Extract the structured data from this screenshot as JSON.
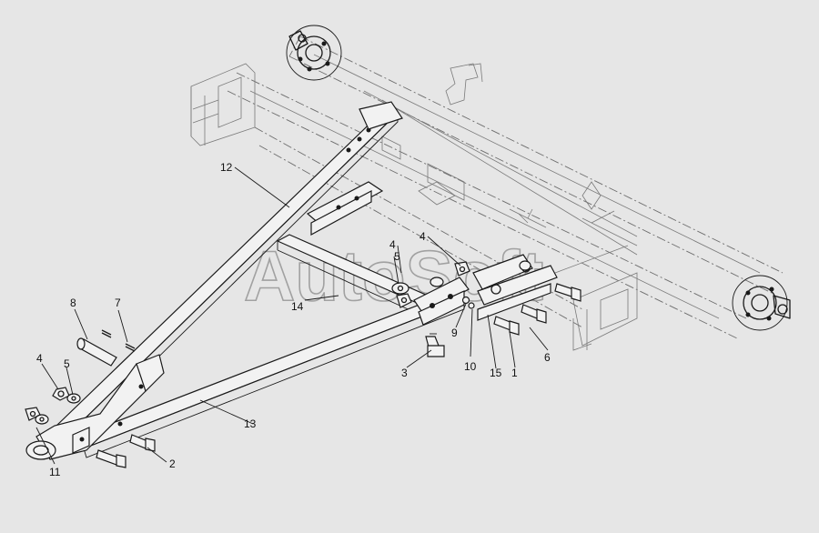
{
  "watermark": "AutoSoft",
  "colors": {
    "background": "#e6e6e6",
    "line": "#1a1a1a",
    "ghost": "#6d6d6d"
  },
  "callouts": [
    {
      "id": "c12",
      "text": "12"
    },
    {
      "id": "c8",
      "text": "8"
    },
    {
      "id": "c7",
      "text": "7"
    },
    {
      "id": "c4a",
      "text": "4"
    },
    {
      "id": "c5a",
      "text": "5"
    },
    {
      "id": "c11",
      "text": "11"
    },
    {
      "id": "c13",
      "text": "13"
    },
    {
      "id": "c2",
      "text": "2"
    },
    {
      "id": "c14",
      "text": "14"
    },
    {
      "id": "c3",
      "text": "3"
    },
    {
      "id": "c4b",
      "text": "4"
    },
    {
      "id": "c5b",
      "text": "5"
    },
    {
      "id": "c4c",
      "text": "4"
    },
    {
      "id": "c9",
      "text": "9"
    },
    {
      "id": "c10",
      "text": "10"
    },
    {
      "id": "c15",
      "text": "15"
    },
    {
      "id": "c1",
      "text": "1"
    },
    {
      "id": "c6",
      "text": "6"
    }
  ]
}
